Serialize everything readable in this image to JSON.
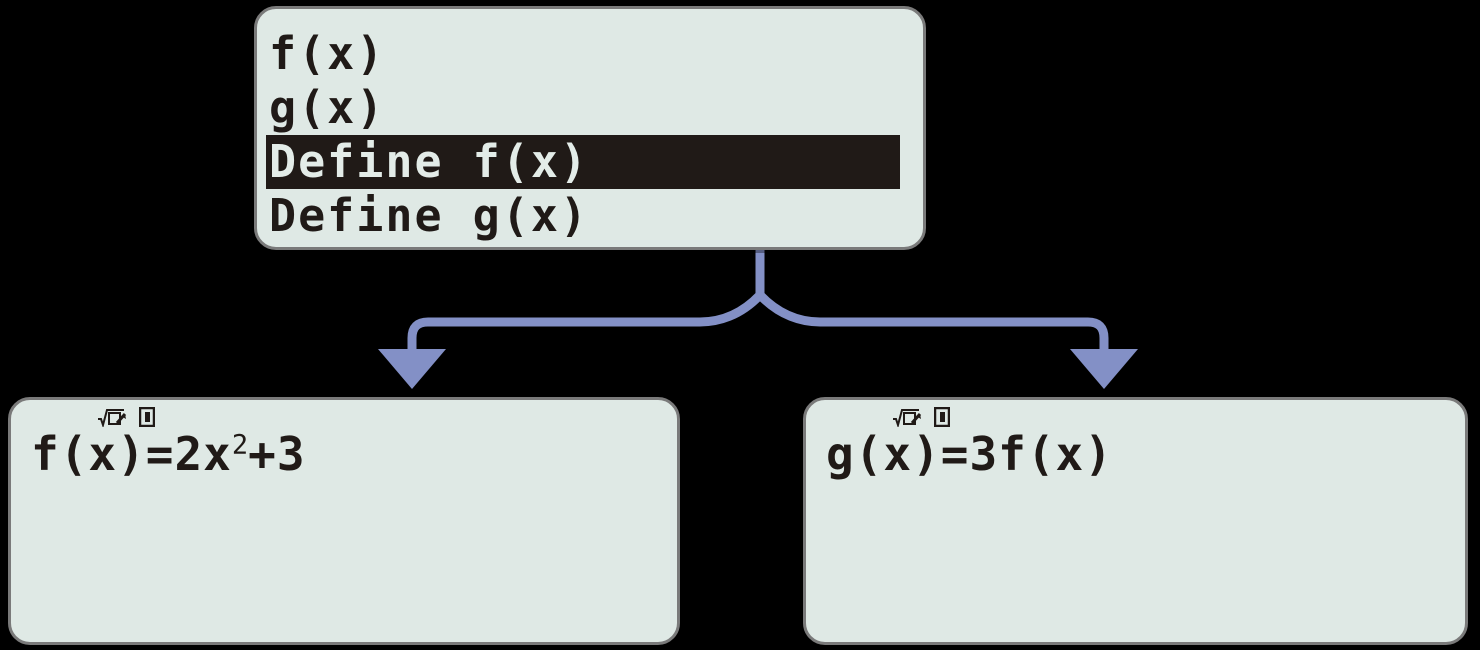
{
  "screen": {
    "background": "#000000",
    "panel_bg": "#dfe9e5",
    "panel_border": "#7a7a7a",
    "text_color": "#201a17",
    "highlight_bg": "#201a17",
    "highlight_text": "#e3ece8",
    "connector_color": "#8390c6"
  },
  "menu": {
    "items": [
      {
        "label": "f(x)",
        "selected": false
      },
      {
        "label": "g(x)",
        "selected": false
      },
      {
        "label": "Define f(x)",
        "selected": true
      },
      {
        "label": "Define g(x)",
        "selected": false
      }
    ]
  },
  "panel_f": {
    "status_icons": [
      "sqrt-box-slash-icon",
      "boxed-d-icon"
    ],
    "equation": {
      "base_before": "f(x)=2x",
      "superscript": "2",
      "base_after": "+3",
      "full_text": "f(x)=2x^2+3"
    }
  },
  "panel_g": {
    "status_icons": [
      "sqrt-box-slash-icon",
      "boxed-d-icon"
    ],
    "equation": {
      "base_before": "g(x)=3f(x)",
      "superscript": "",
      "base_after": "",
      "full_text": "g(x)=3f(x)"
    }
  }
}
